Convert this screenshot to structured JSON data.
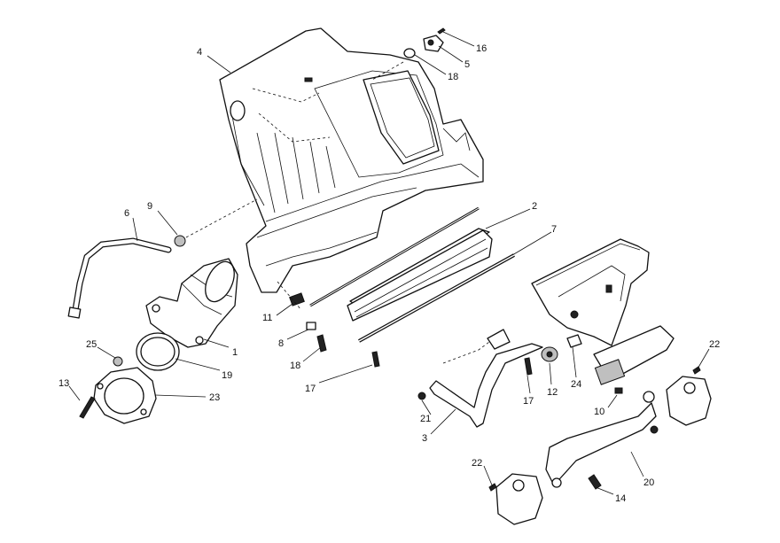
{
  "diagram": {
    "callouts": [
      {
        "id": "c4",
        "text": "4"
      },
      {
        "id": "c16a",
        "text": "16"
      },
      {
        "id": "c5",
        "text": "5"
      },
      {
        "id": "c18a",
        "text": "18"
      },
      {
        "id": "c2",
        "text": "2"
      },
      {
        "id": "c7",
        "text": "7"
      },
      {
        "id": "c6",
        "text": "6"
      },
      {
        "id": "c9",
        "text": "9"
      },
      {
        "id": "c11",
        "text": "11"
      },
      {
        "id": "c8",
        "text": "8"
      },
      {
        "id": "c18b",
        "text": "18"
      },
      {
        "id": "c17a",
        "text": "17"
      },
      {
        "id": "c1",
        "text": "1"
      },
      {
        "id": "c19",
        "text": "19"
      },
      {
        "id": "c25",
        "text": "25"
      },
      {
        "id": "c13",
        "text": "13"
      },
      {
        "id": "c23",
        "text": "23"
      },
      {
        "id": "c17b",
        "text": "17"
      },
      {
        "id": "c12",
        "text": "12"
      },
      {
        "id": "c24",
        "text": "24"
      },
      {
        "id": "c21",
        "text": "21"
      },
      {
        "id": "c3",
        "text": "3"
      },
      {
        "id": "c10",
        "text": "10"
      },
      {
        "id": "c22a",
        "text": "22"
      },
      {
        "id": "c22b",
        "text": "22"
      },
      {
        "id": "c20",
        "text": "20"
      },
      {
        "id": "c14",
        "text": "14"
      }
    ]
  }
}
